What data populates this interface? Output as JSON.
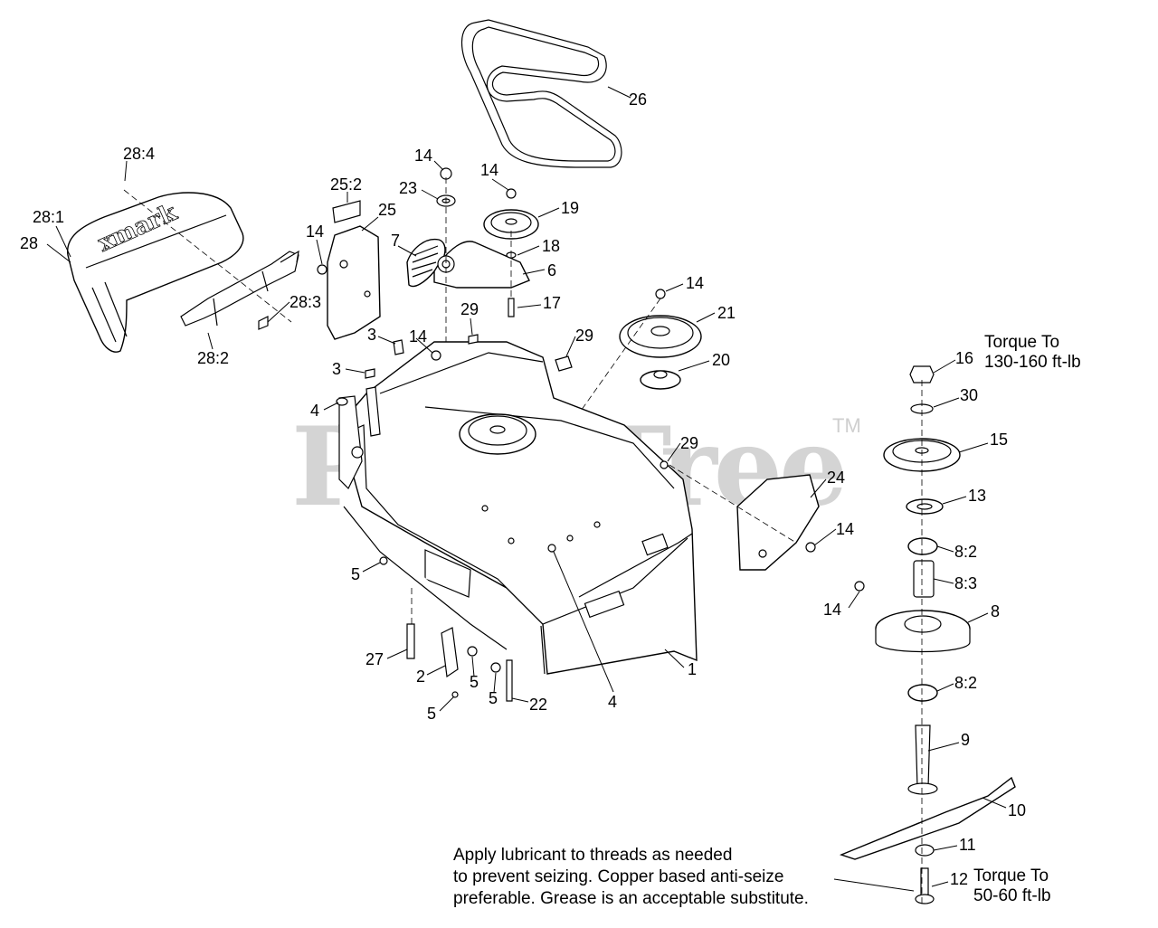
{
  "watermark": {
    "text": "PartsTree",
    "trademark": "TM"
  },
  "callouts": {
    "c26": "26",
    "c28_4": "28:4",
    "c28_1": "28:1",
    "c28": "28",
    "c28_3": "28:3",
    "c28_2": "28:2",
    "c25_2": "25:2",
    "c25": "25",
    "c14_a": "14",
    "c14_b": "14",
    "c14_c": "14",
    "c14_d": "14",
    "c14_e": "14",
    "c14_f": "14",
    "c14_g": "14",
    "c23": "23",
    "c19": "19",
    "c18": "18",
    "c7": "7",
    "c6": "6",
    "c17": "17",
    "c29_a": "29",
    "c29_b": "29",
    "c29_c": "29",
    "c3_a": "3",
    "c3_b": "3",
    "c4_a": "4",
    "c4_b": "4",
    "c21": "21",
    "c20": "20",
    "c24": "24",
    "c5_a": "5",
    "c5_b": "5",
    "c5_c": "5",
    "c5_d": "5",
    "c27": "27",
    "c2": "2",
    "c22": "22",
    "c1": "1",
    "c16": "16",
    "c30": "30",
    "c15": "15",
    "c13": "13",
    "c8_2a": "8:2",
    "c8_3": "8:3",
    "c8": "8",
    "c8_2b": "8:2",
    "c9": "9",
    "c10": "10",
    "c11": "11",
    "c12": "12"
  },
  "torque_top": {
    "line1": "Torque To",
    "line2": "130-160 ft-lb"
  },
  "torque_bottom": {
    "line1": "Torque To",
    "line2": "50-60 ft-lb"
  },
  "note": {
    "line1": "Apply lubricant to threads as needed",
    "line2": "to prevent seizing. Copper based anti-seize",
    "line3": "preferable. Grease is an acceptable substitute."
  }
}
